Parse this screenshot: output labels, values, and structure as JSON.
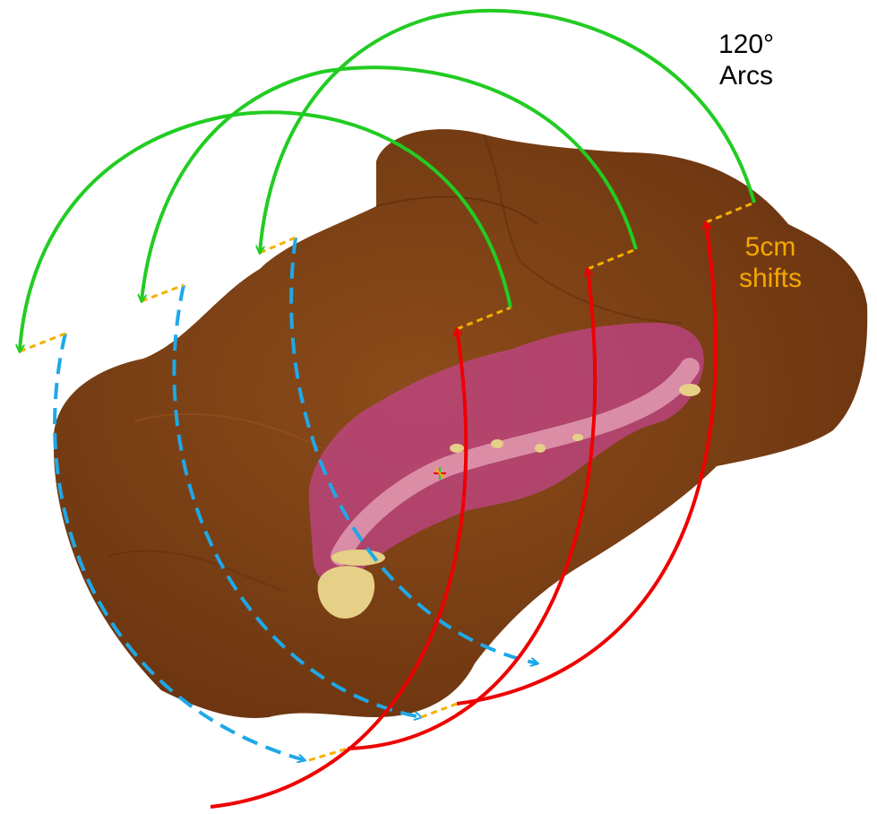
{
  "labels": {
    "arc_angle": "120°",
    "arc_word": "Arcs",
    "shift_amount": "5cm",
    "shift_word": "shifts"
  },
  "colors": {
    "body_surface": "#7a3e12",
    "body_highlight": "#8c4c1a",
    "spine_tissue": "#c2448a",
    "bone": "#e6cf86",
    "arc_green": "#22cc22",
    "arc_red": "#ee0000",
    "arc_blue_dashed": "#1ea8e8",
    "shift_orange_dashed": "#f5b000",
    "arc_label_text": "#000000",
    "shift_label_text": "#f5a800"
  }
}
